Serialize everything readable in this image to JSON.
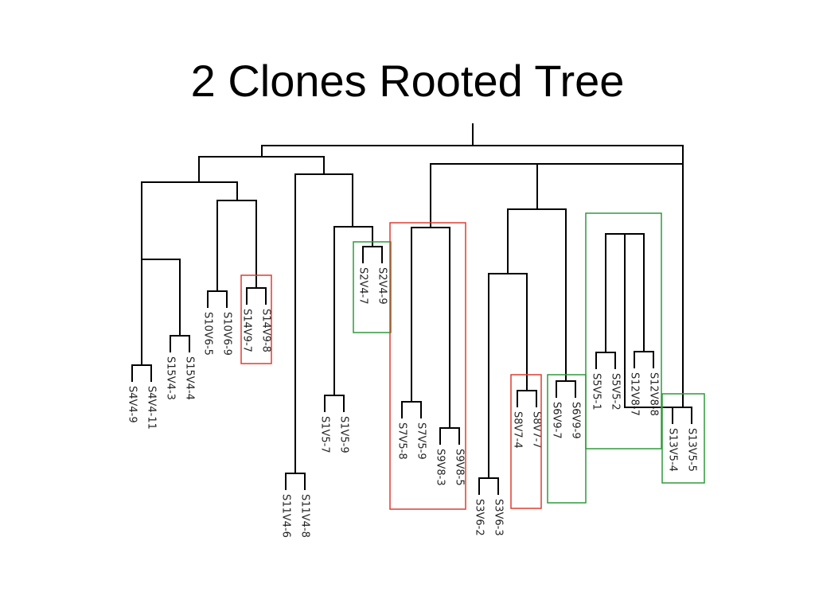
{
  "title": "2 Clones Rooted Tree",
  "colors": {
    "edge": "#000000",
    "red_box": "#e03c31",
    "green_box": "#2e9a3a"
  },
  "leaves": [
    "S4V4-9",
    "S4V4-11",
    "S15V4-3",
    "S15V4-4",
    "S10V6-5",
    "S10V6-9",
    "S14V9-7",
    "S14V9-8",
    "S11V4-6",
    "S11V4-8",
    "S1V5-7",
    "S1V5-9",
    "S2V4-7",
    "S2V4-9",
    "S7V5-8",
    "S7V5-9",
    "S9V8-3",
    "S9V8-5",
    "S3V6-2",
    "S3V6-3",
    "S8V7-4",
    "S8V7-7",
    "S6V9-7",
    "S6V9-9",
    "S5V5-1",
    "S5V5-2",
    "S12V8-7",
    "S12V8-8",
    "S13V5-4",
    "S13V5-5"
  ],
  "clone_boxes": [
    {
      "leaves": [
        "S14V9-7",
        "S14V9-8"
      ],
      "color": "red"
    },
    {
      "leaves": [
        "S2V4-7",
        "S2V4-9"
      ],
      "color": "green"
    },
    {
      "leaves": [
        "S7V5-8",
        "S7V5-9",
        "S9V8-3",
        "S9V8-5"
      ],
      "color": "red"
    },
    {
      "leaves": [
        "S8V7-4",
        "S8V7-7"
      ],
      "color": "red"
    },
    {
      "leaves": [
        "S6V9-7",
        "S6V9-9"
      ],
      "color": "green"
    },
    {
      "leaves": [
        "S5V5-1",
        "S5V5-2",
        "S12V8-7",
        "S12V8-8"
      ],
      "color": "green"
    },
    {
      "leaves": [
        "S13V5-4",
        "S13V5-5"
      ],
      "color": "green"
    }
  ]
}
